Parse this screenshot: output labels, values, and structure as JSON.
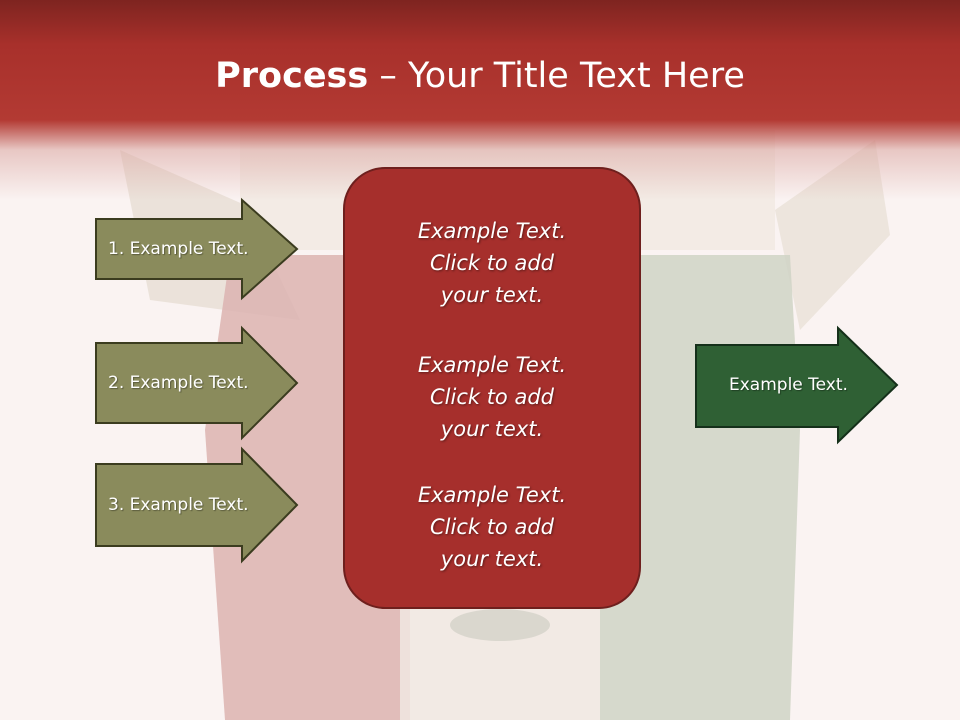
{
  "slide": {
    "title_bold": "Process",
    "title_rest": " – Your Title Text Here"
  },
  "left_steps": [
    {
      "label": "1. Example Text."
    },
    {
      "label": "2. Example Text."
    },
    {
      "label": "3. Example Text."
    }
  ],
  "center_box": {
    "items": [
      {
        "line1": "Example Text.",
        "line2": "Click  to add",
        "line3": "your text."
      },
      {
        "line1": "Example Text.",
        "line2": "Click  to add",
        "line3": "your text."
      },
      {
        "line1": "Example Text.",
        "line2": "Click  to add",
        "line3": "your text."
      }
    ]
  },
  "right_arrow": {
    "label": "Example Text."
  },
  "colors": {
    "header_red": "#a8302b",
    "step_olive": "#8a8b5c",
    "center_red": "#a62f2c",
    "result_green": "#2f6034"
  }
}
